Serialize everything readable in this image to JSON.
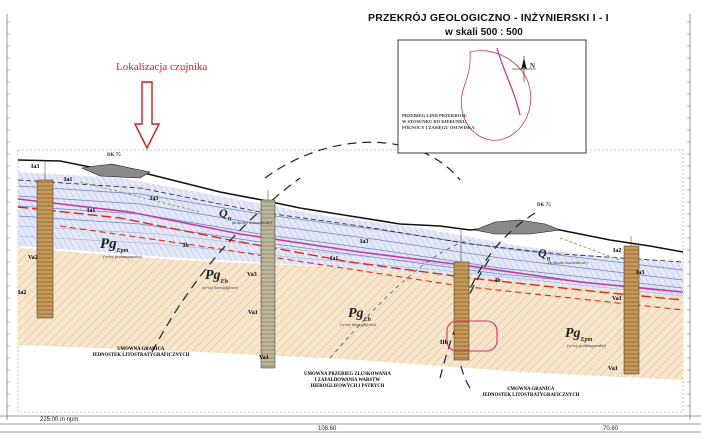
{
  "header": {
    "title": "PRZEKRÓJ GEOLOGICZNO - INŻYNIERSKI    I - I",
    "scale": "w skali 500 : 500"
  },
  "annotation": {
    "sensor_location": "Lokalizacja czujnika",
    "color": "#d21a1a"
  },
  "inset": {
    "note_lines": [
      "PRZEBIEG LINII PRZEKROJU",
      "W STOSUNKU DO KIERUNKU",
      "PÓŁNOCY I ZASIĘGU OSUWISKA"
    ],
    "north_label": "N"
  },
  "roads": {
    "left": "DK 75",
    "right": "DK 75"
  },
  "units": {
    "Pg_left": "Pg",
    "Pg_left_sub": "Epm",
    "Pg_left_desc": "(w-wy podmagurskie)",
    "Pg_mid": "Pg",
    "Pg_mid_sub": "Eh",
    "Pg_mid_desc": "(w-wy hieroglifowe)",
    "Pg_center": "Pg",
    "Pg_center_sub": "Eh",
    "Pg_center_desc": "(w-wy hieroglifowe)",
    "Pg_right": "Pg",
    "Pg_right_sub": "Epm",
    "Pg_right_desc": "(w-wy podmagurskie)",
    "Q_left": "Q",
    "Q_left_sub": "H",
    "Q_left_desc": "(koluwia osuwiskowe)",
    "Q_right": "Q",
    "Q_right_sub": "H",
    "Q_right_desc": "(koluwia osuwiskowe)"
  },
  "layers": {
    "Ia1": "Ia1",
    "Ia2": "Ia2",
    "Ia3": "Ia3",
    "Ib": "Ib",
    "Va1": "Va1",
    "Va2": "Va2",
    "Va3": "Va3",
    "IIb": "IIb"
  },
  "boundaries": {
    "left_l1": "UMOWNA GRANICA",
    "left_l2": "JEDNOSTEK LITOSTRATYGRAFICZNYCH",
    "mid_l1": "UMOWNA PRZEBIEG ZLUSKOWANIA",
    "mid_l2": "I ZAFAŁDOWANIA WARSTW",
    "mid_l3": "HIEROGLIFOWYCH I PSTRYCH",
    "right_l1": "UMOWNA GRANICA",
    "right_l2": "JEDNOSTEK LITOSTRATYGRAFICZNYCH"
  },
  "footer": {
    "datum": "225.00 m npm",
    "dist_1": "108.60",
    "dist_2": "70.60"
  },
  "colors": {
    "clay_fill": "#f5e2c8",
    "blue_layer": "#c9d3f0",
    "magenta": "#c33a9e",
    "red": "#e0291b",
    "ground": "#111111"
  }
}
